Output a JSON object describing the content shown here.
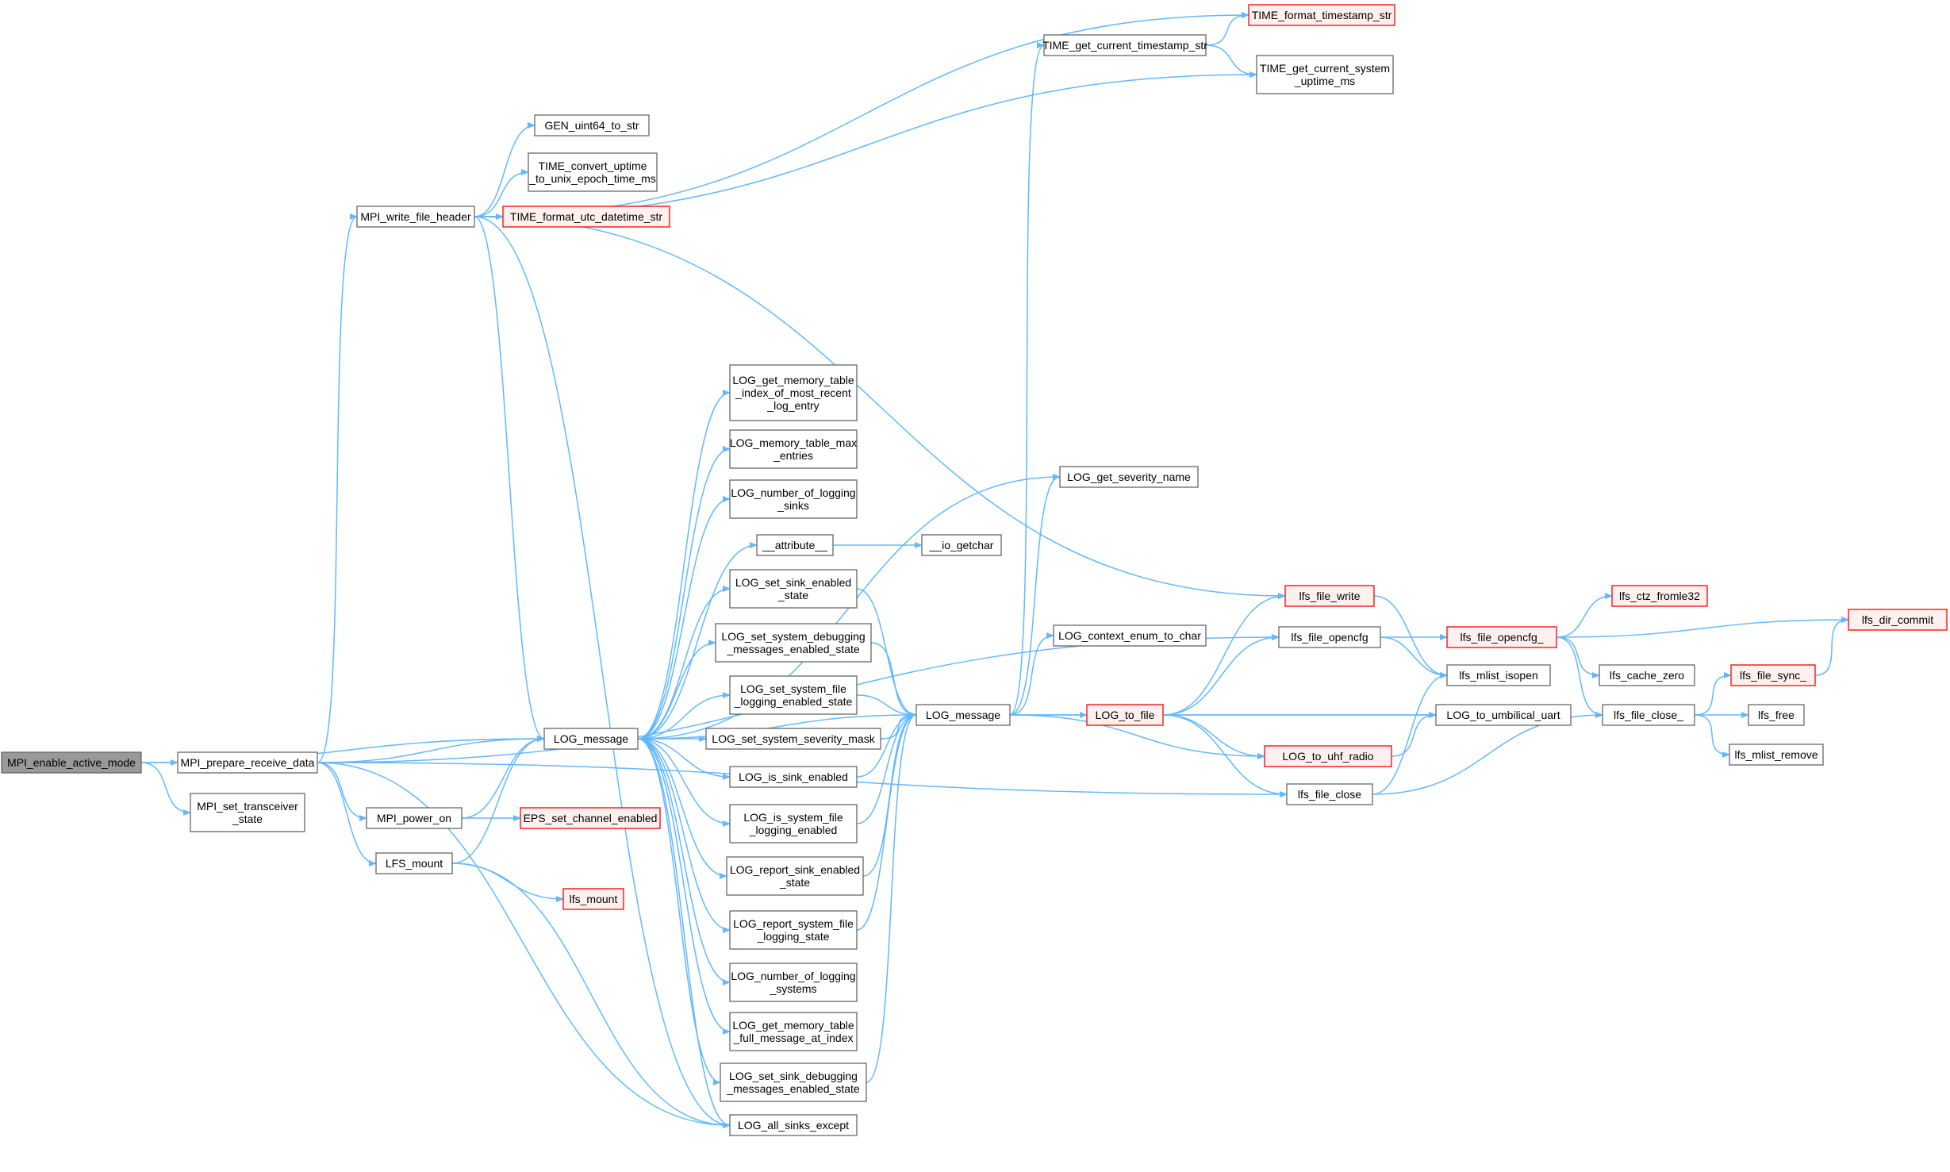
{
  "colors": {
    "edge": "#63b8ff",
    "node_border": "#666666",
    "node_border_truncated": "#ff0000",
    "node_fill": "#ffffff",
    "node_fill_truncated": "#fff0f0",
    "node_fill_root": "#999999"
  },
  "nodes": [
    {
      "id": "n_mpi_enable",
      "label": [
        "MPI_enable_active_mode"
      ],
      "style": "root"
    },
    {
      "id": "n_mpi_prepare",
      "label": [
        "MPI_prepare_receive_data"
      ],
      "style": "normal"
    },
    {
      "id": "n_mpi_set_trx",
      "label": [
        "MPI_set_transceiver",
        "_state"
      ],
      "style": "normal"
    },
    {
      "id": "n_mpi_write_hdr",
      "label": [
        "MPI_write_file_header"
      ],
      "style": "normal"
    },
    {
      "id": "n_mpi_power_on",
      "label": [
        "MPI_power_on"
      ],
      "style": "normal"
    },
    {
      "id": "n_lfs_mount_w",
      "label": [
        "LFS_mount"
      ],
      "style": "normal"
    },
    {
      "id": "n_log_message_a",
      "label": [
        "LOG_message"
      ],
      "style": "normal"
    },
    {
      "id": "n_eps_set_chan",
      "label": [
        "EPS_set_channel_enabled"
      ],
      "style": "truncated"
    },
    {
      "id": "n_lfs_mount",
      "label": [
        "lfs_mount"
      ],
      "style": "truncated"
    },
    {
      "id": "n_gen_u64",
      "label": [
        "GEN_uint64_to_str"
      ],
      "style": "normal"
    },
    {
      "id": "n_time_convert",
      "label": [
        "TIME_convert_uptime",
        "_to_unix_epoch_time_ms"
      ],
      "style": "normal"
    },
    {
      "id": "n_time_fmt_utc",
      "label": [
        "TIME_format_utc_datetime_str"
      ],
      "style": "truncated"
    },
    {
      "id": "n_time_get_ts",
      "label": [
        "TIME_get_current_timestamp_str"
      ],
      "style": "normal"
    },
    {
      "id": "n_time_fmt_ts",
      "label": [
        "TIME_format_timestamp_str"
      ],
      "style": "truncated"
    },
    {
      "id": "n_time_get_up",
      "label": [
        "TIME_get_current_system",
        "_uptime_ms"
      ],
      "style": "normal"
    },
    {
      "id": "n_log_get_mem_idx",
      "label": [
        "LOG_get_memory_table",
        "_index_of_most_recent",
        "_log_entry"
      ],
      "style": "normal"
    },
    {
      "id": "n_log_mem_max",
      "label": [
        "LOG_memory_table_max",
        "_entries"
      ],
      "style": "normal"
    },
    {
      "id": "n_log_num_sinks",
      "label": [
        "LOG_number_of_logging",
        "_sinks"
      ],
      "style": "normal"
    },
    {
      "id": "n_attribute",
      "label": [
        "__attribute__"
      ],
      "style": "normal"
    },
    {
      "id": "n_io_getchar",
      "label": [
        "__io_getchar"
      ],
      "style": "normal"
    },
    {
      "id": "n_log_set_sink_en",
      "label": [
        "LOG_set_sink_enabled",
        "_state"
      ],
      "style": "normal"
    },
    {
      "id": "n_log_set_sys_dbg",
      "label": [
        "LOG_set_system_debugging",
        "_messages_enabled_state"
      ],
      "style": "normal"
    },
    {
      "id": "n_log_set_sys_file",
      "label": [
        "LOG_set_system_file",
        "_logging_enabled_state"
      ],
      "style": "normal"
    },
    {
      "id": "n_log_set_sev",
      "label": [
        "LOG_set_system_severity_mask"
      ],
      "style": "normal"
    },
    {
      "id": "n_log_is_sink_en",
      "label": [
        "LOG_is_sink_enabled"
      ],
      "style": "normal"
    },
    {
      "id": "n_log_is_sys_file",
      "label": [
        "LOG_is_system_file",
        "_logging_enabled"
      ],
      "style": "normal"
    },
    {
      "id": "n_log_report_sink",
      "label": [
        "LOG_report_sink_enabled",
        "_state"
      ],
      "style": "normal"
    },
    {
      "id": "n_log_report_sys_file",
      "label": [
        "LOG_report_system_file",
        "_logging_state"
      ],
      "style": "normal"
    },
    {
      "id": "n_log_num_systems",
      "label": [
        "LOG_number_of_logging",
        "_systems"
      ],
      "style": "normal"
    },
    {
      "id": "n_log_get_mem_full",
      "label": [
        "LOG_get_memory_table",
        "_full_message_at_index"
      ],
      "style": "normal"
    },
    {
      "id": "n_log_set_sink_dbg",
      "label": [
        "LOG_set_sink_debugging",
        "_messages_enabled_state"
      ],
      "style": "normal"
    },
    {
      "id": "n_log_all_sinks",
      "label": [
        "LOG_all_sinks_except"
      ],
      "style": "normal"
    },
    {
      "id": "n_log_message_b",
      "label": [
        "LOG_message"
      ],
      "style": "normal"
    },
    {
      "id": "n_log_get_sev_name",
      "label": [
        "LOG_get_severity_name"
      ],
      "style": "normal"
    },
    {
      "id": "n_log_ctx_enum",
      "label": [
        "LOG_context_enum_to_char"
      ],
      "style": "normal"
    },
    {
      "id": "n_log_to_file",
      "label": [
        "LOG_to_file"
      ],
      "style": "truncated"
    },
    {
      "id": "n_lfs_file_write",
      "label": [
        "lfs_file_write"
      ],
      "style": "truncated"
    },
    {
      "id": "n_lfs_file_opencfg",
      "label": [
        "lfs_file_opencfg"
      ],
      "style": "normal"
    },
    {
      "id": "n_log_to_uhf",
      "label": [
        "LOG_to_uhf_radio"
      ],
      "style": "truncated"
    },
    {
      "id": "n_lfs_file_close",
      "label": [
        "lfs_file_close"
      ],
      "style": "normal"
    },
    {
      "id": "n_lfs_mlist_isopen",
      "label": [
        "lfs_mlist_isopen"
      ],
      "style": "normal"
    },
    {
      "id": "n_log_to_umb",
      "label": [
        "LOG_to_umbilical_uart"
      ],
      "style": "normal"
    },
    {
      "id": "n_lfs_file_opencfg_",
      "label": [
        "lfs_file_opencfg_"
      ],
      "style": "truncated"
    },
    {
      "id": "n_lfs_ctz",
      "label": [
        "lfs_ctz_fromle32"
      ],
      "style": "truncated"
    },
    {
      "id": "n_lfs_cache_zero",
      "label": [
        "lfs_cache_zero"
      ],
      "style": "normal"
    },
    {
      "id": "n_lfs_file_close_",
      "label": [
        "lfs_file_close_"
      ],
      "style": "normal"
    },
    {
      "id": "n_lfs_file_sync_",
      "label": [
        "lfs_file_sync_"
      ],
      "style": "truncated"
    },
    {
      "id": "n_lfs_free",
      "label": [
        "lfs_free"
      ],
      "style": "normal"
    },
    {
      "id": "n_lfs_mlist_remove",
      "label": [
        "lfs_mlist_remove"
      ],
      "style": "normal"
    },
    {
      "id": "n_lfs_dir_commit",
      "label": [
        "lfs_dir_commit"
      ],
      "style": "truncated"
    }
  ],
  "edges": [
    [
      "n_mpi_enable",
      "n_mpi_prepare"
    ],
    [
      "n_mpi_enable",
      "n_mpi_set_trx"
    ],
    [
      "n_mpi_enable",
      "n_log_message_a"
    ],
    [
      "n_mpi_prepare",
      "n_mpi_write_hdr"
    ],
    [
      "n_mpi_prepare",
      "n_mpi_power_on"
    ],
    [
      "n_mpi_prepare",
      "n_lfs_mount_w"
    ],
    [
      "n_mpi_prepare",
      "n_log_message_a"
    ],
    [
      "n_mpi_prepare",
      "n_lfs_file_opencfg"
    ],
    [
      "n_mpi_prepare",
      "n_log_all_sinks"
    ],
    [
      "n_mpi_prepare",
      "n_lfs_file_close"
    ],
    [
      "n_mpi_write_hdr",
      "n_time_fmt_ts"
    ],
    [
      "n_mpi_write_hdr",
      "n_time_get_up"
    ],
    [
      "n_mpi_write_hdr",
      "n_gen_u64"
    ],
    [
      "n_mpi_write_hdr",
      "n_time_convert"
    ],
    [
      "n_mpi_write_hdr",
      "n_time_fmt_utc"
    ],
    [
      "n_mpi_write_hdr",
      "n_lfs_file_write"
    ],
    [
      "n_mpi_write_hdr",
      "n_log_message_a"
    ],
    [
      "n_mpi_write_hdr",
      "n_log_all_sinks"
    ],
    [
      "n_mpi_power_on",
      "n_log_message_a"
    ],
    [
      "n_mpi_power_on",
      "n_eps_set_chan"
    ],
    [
      "n_lfs_mount_w",
      "n_log_message_a"
    ],
    [
      "n_lfs_mount_w",
      "n_lfs_mount"
    ],
    [
      "n_lfs_mount_w",
      "n_log_all_sinks"
    ],
    [
      "n_log_message_a",
      "n_log_get_mem_idx"
    ],
    [
      "n_log_message_a",
      "n_log_mem_max"
    ],
    [
      "n_log_message_a",
      "n_log_num_sinks"
    ],
    [
      "n_log_message_a",
      "n_attribute"
    ],
    [
      "n_log_message_a",
      "n_log_set_sink_en"
    ],
    [
      "n_log_message_a",
      "n_log_set_sys_dbg"
    ],
    [
      "n_log_message_a",
      "n_log_set_sys_file"
    ],
    [
      "n_log_message_a",
      "n_log_set_sev"
    ],
    [
      "n_log_message_a",
      "n_log_is_sink_en"
    ],
    [
      "n_log_message_a",
      "n_log_is_sys_file"
    ],
    [
      "n_log_message_a",
      "n_log_report_sink"
    ],
    [
      "n_log_message_a",
      "n_log_report_sys_file"
    ],
    [
      "n_log_message_a",
      "n_log_num_systems"
    ],
    [
      "n_log_message_a",
      "n_log_get_mem_full"
    ],
    [
      "n_log_message_a",
      "n_log_set_sink_dbg"
    ],
    [
      "n_log_message_a",
      "n_log_all_sinks"
    ],
    [
      "n_log_message_a",
      "n_log_message_b"
    ],
    [
      "n_log_message_a",
      "n_log_get_sev_name"
    ],
    [
      "n_attribute",
      "n_io_getchar"
    ],
    [
      "n_log_set_sink_en",
      "n_log_message_b"
    ],
    [
      "n_log_set_sys_dbg",
      "n_log_message_b"
    ],
    [
      "n_log_set_sys_file",
      "n_log_message_b"
    ],
    [
      "n_log_set_sev",
      "n_log_message_b"
    ],
    [
      "n_log_is_sink_en",
      "n_log_message_b"
    ],
    [
      "n_log_is_sys_file",
      "n_log_message_b"
    ],
    [
      "n_log_report_sink",
      "n_log_message_b"
    ],
    [
      "n_log_report_sys_file",
      "n_log_message_b"
    ],
    [
      "n_log_set_sink_dbg",
      "n_log_message_b"
    ],
    [
      "n_log_message_b",
      "n_time_get_ts"
    ],
    [
      "n_log_message_b",
      "n_log_get_sev_name"
    ],
    [
      "n_log_message_b",
      "n_log_ctx_enum"
    ],
    [
      "n_log_message_b",
      "n_log_to_file"
    ],
    [
      "n_log_message_b",
      "n_log_to_uhf"
    ],
    [
      "n_log_message_b",
      "n_log_to_umb"
    ],
    [
      "n_time_get_ts",
      "n_time_fmt_ts"
    ],
    [
      "n_time_get_ts",
      "n_time_get_up"
    ],
    [
      "n_log_to_file",
      "n_lfs_file_write"
    ],
    [
      "n_log_to_file",
      "n_lfs_file_opencfg"
    ],
    [
      "n_log_to_file",
      "n_log_to_uhf"
    ],
    [
      "n_log_to_file",
      "n_lfs_file_close"
    ],
    [
      "n_log_to_file",
      "n_log_to_umb"
    ],
    [
      "n_lfs_file_write",
      "n_lfs_mlist_isopen"
    ],
    [
      "n_lfs_file_opencfg",
      "n_lfs_file_opencfg_"
    ],
    [
      "n_lfs_file_opencfg",
      "n_lfs_mlist_isopen"
    ],
    [
      "n_log_to_uhf",
      "n_log_to_umb"
    ],
    [
      "n_lfs_file_close",
      "n_lfs_mlist_isopen"
    ],
    [
      "n_lfs_file_close",
      "n_lfs_file_close_"
    ],
    [
      "n_lfs_file_opencfg_",
      "n_lfs_ctz"
    ],
    [
      "n_lfs_file_opencfg_",
      "n_lfs_cache_zero"
    ],
    [
      "n_lfs_file_opencfg_",
      "n_lfs_file_close_"
    ],
    [
      "n_lfs_file_opencfg_",
      "n_lfs_dir_commit"
    ],
    [
      "n_lfs_file_close_",
      "n_lfs_file_sync_"
    ],
    [
      "n_lfs_file_close_",
      "n_lfs_free"
    ],
    [
      "n_lfs_file_close_",
      "n_lfs_mlist_remove"
    ],
    [
      "n_lfs_file_sync_",
      "n_lfs_dir_commit"
    ]
  ]
}
